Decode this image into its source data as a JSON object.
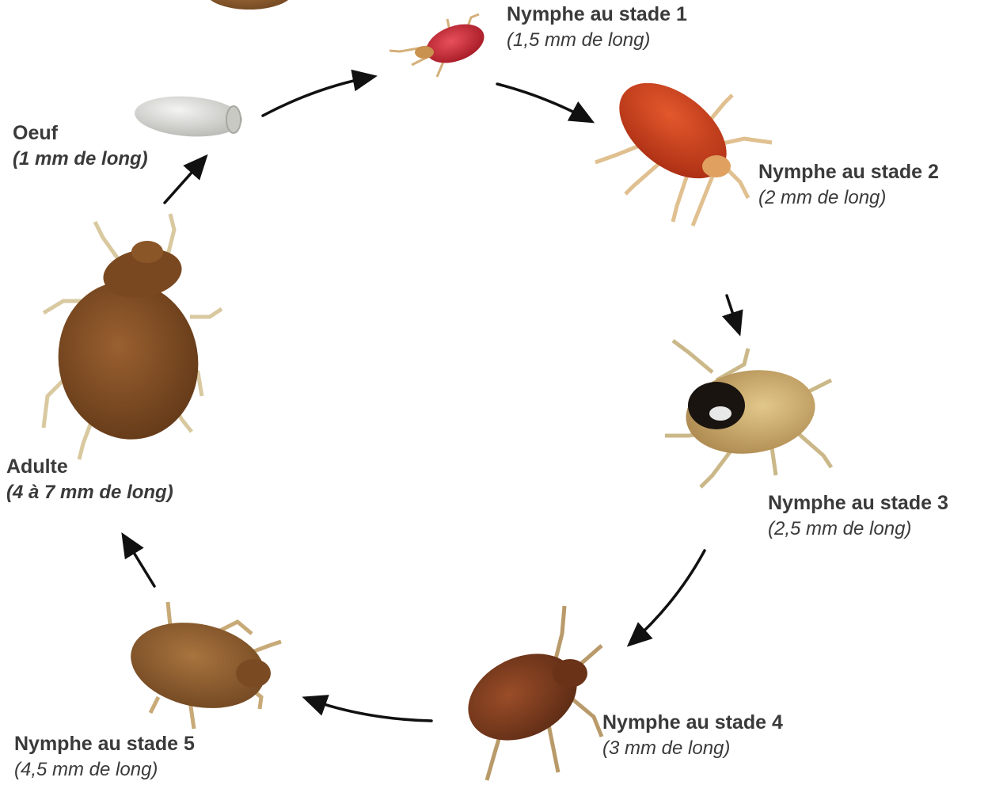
{
  "colors": {
    "arrow": "#111111",
    "text": "#3a3a3a",
    "egg": "#d9d9d6",
    "nymph1": "#c8202c",
    "nymph2": "#cc3b1c",
    "nymph3": "#c9a560",
    "nymph4": "#7a3a1c",
    "nymph5": "#8a5a30",
    "adult": "#7d4a22",
    "legs": "#d8c39a"
  },
  "stages": [
    {
      "id": "oeuf",
      "name": "Oeuf",
      "size": "(1 mm de long)"
    },
    {
      "id": "stade1",
      "name": "Nymphe au stade 1",
      "size": "(1,5 mm de long)"
    },
    {
      "id": "stade2",
      "name": "Nymphe au stade 2",
      "size": "(2 mm de long)"
    },
    {
      "id": "stade3",
      "name": "Nymphe au stade 3",
      "size": "(2,5 mm de long)"
    },
    {
      "id": "stade4",
      "name": "Nymphe au stade 4",
      "size": "(3 mm de long)"
    },
    {
      "id": "stade5",
      "name": "Nymphe au stade 5",
      "size": "(4,5 mm de long)"
    },
    {
      "id": "adulte",
      "name": "Adulte",
      "size": "(4 à 7 mm de long)"
    }
  ]
}
